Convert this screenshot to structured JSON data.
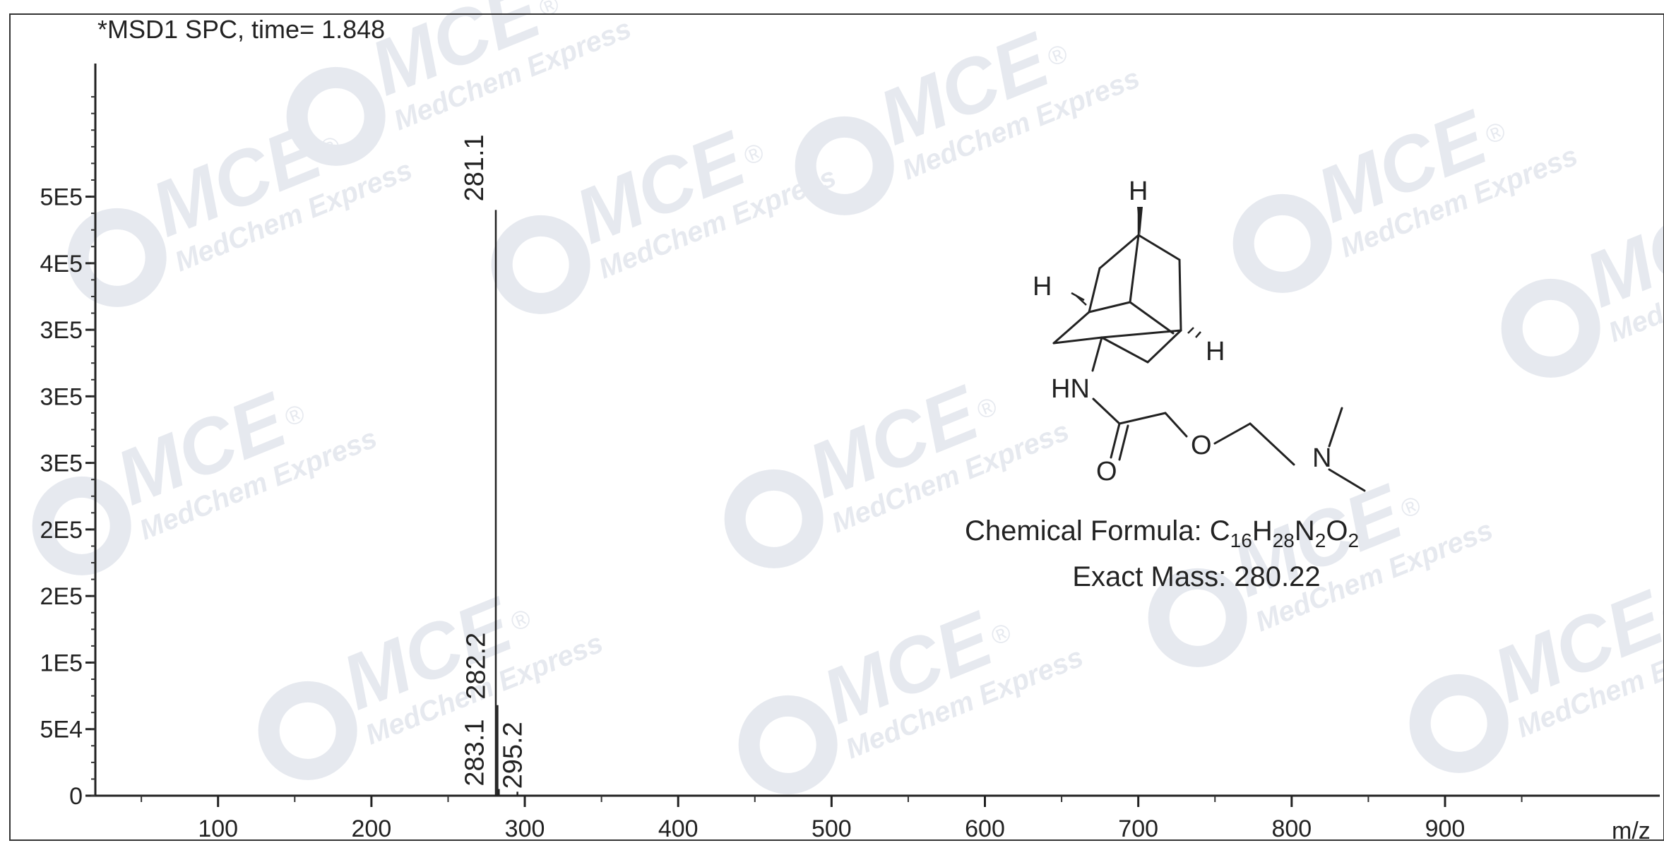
{
  "chart_data": {
    "type": "bar",
    "title": "*MSD1 SPC, time= 1.848",
    "xlabel": "m/z",
    "ylabel": "",
    "xlim": [
      20,
      1040
    ],
    "ylim": [
      0,
      5.5
    ],
    "x_ticks": [
      100,
      200,
      300,
      400,
      500,
      600,
      700,
      800,
      900
    ],
    "y_ticks": [
      {
        "value": 0,
        "label": "0"
      },
      {
        "value": 0.5,
        "label": "5E4"
      },
      {
        "value": 1.0,
        "label": "1E5"
      },
      {
        "value": 1.5,
        "label": "2E5"
      },
      {
        "value": 2.0,
        "label": "2E5"
      },
      {
        "value": 2.5,
        "label": "3E5"
      },
      {
        "value": 3.0,
        "label": "3E5"
      },
      {
        "value": 3.5,
        "label": "3E5"
      },
      {
        "value": 4.0,
        "label": "4E5"
      },
      {
        "value": 4.5,
        "label": "5E5"
      }
    ],
    "series": [
      {
        "points": [
          {
            "x": 281.1,
            "y": 4.4,
            "label": "281.1"
          },
          {
            "x": 282.2,
            "y": 0.68,
            "label": "282.2"
          },
          {
            "x": 283.1,
            "y": 0.05,
            "label": "283.1"
          },
          {
            "x": 295.2,
            "y": 0.03,
            "label": "295.2"
          }
        ]
      }
    ],
    "grid": false
  },
  "compound": {
    "formula_prefix": "Chemical Formula: ",
    "formula_parts": [
      {
        "t": "C"
      },
      {
        "t": "16",
        "sub": true
      },
      {
        "t": "H"
      },
      {
        "t": "28",
        "sub": true
      },
      {
        "t": "N"
      },
      {
        "t": "2",
        "sub": true
      },
      {
        "t": "O"
      },
      {
        "t": "2",
        "sub": true
      }
    ],
    "exact_mass": "Exact Mass: 280.22",
    "atoms": {
      "h": "H",
      "hn": "HN",
      "o": "O",
      "n": "N"
    }
  },
  "watermark": {
    "brand": "MCE",
    "tagline": "MedChem Express",
    "reg": "®",
    "color": "#e6e9ef"
  }
}
